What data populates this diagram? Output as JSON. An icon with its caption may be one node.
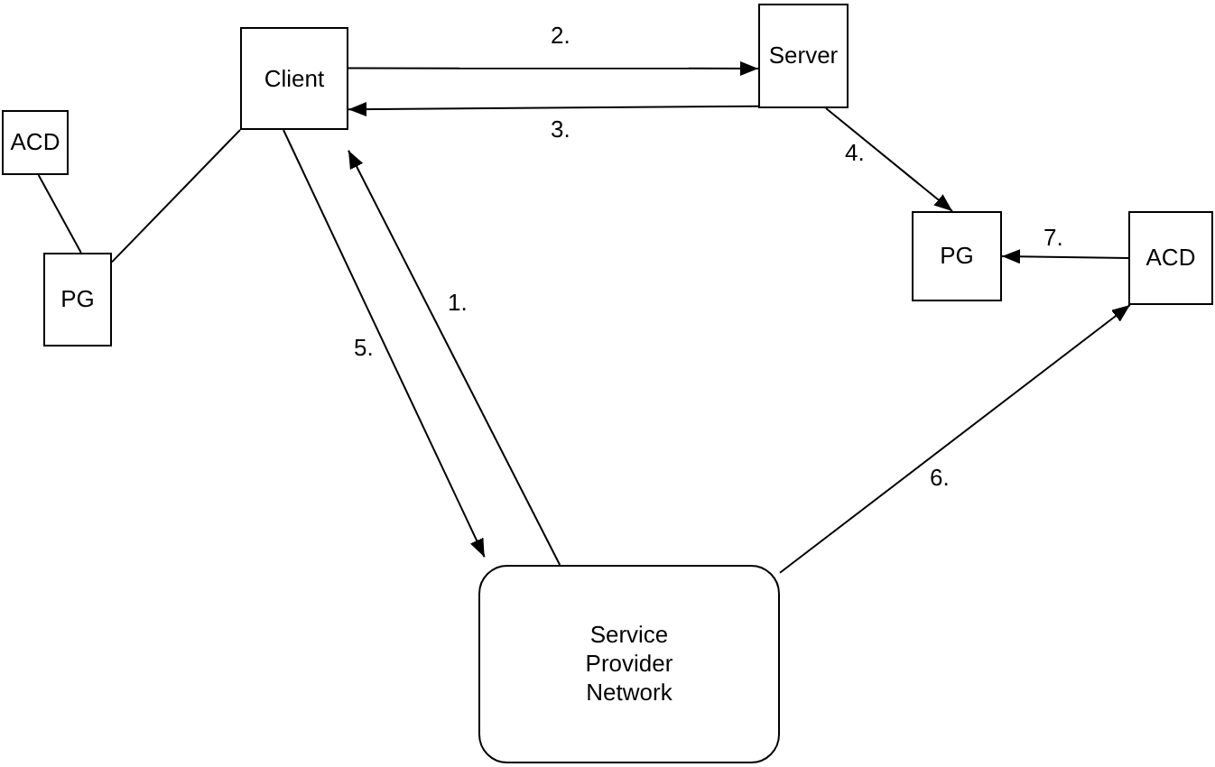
{
  "diagram": {
    "nodes": [
      {
        "text": [
          "ACD"
        ]
      },
      {
        "text": [
          "PG"
        ]
      },
      {
        "text": [
          "Client"
        ]
      },
      {
        "text": [
          "Server"
        ]
      },
      {
        "text": [
          "PG"
        ]
      },
      {
        "text": [
          "ACD"
        ]
      },
      {
        "text": [
          "Service Provider Network"
        ]
      }
    ],
    "edges": [
      {
        "from": 0,
        "to": 1,
        "arrow": "none"
      },
      {
        "from": 1,
        "to": 2,
        "arrow": "none"
      },
      {
        "from": 2,
        "to": 3,
        "arrow": "to",
        "label": "2."
      },
      {
        "from": 3,
        "to": 2,
        "arrow": "to",
        "label": "3."
      },
      {
        "from": 3,
        "to": 4,
        "arrow": "to",
        "label": "4."
      },
      {
        "from": 5,
        "to": 4,
        "arrow": "to",
        "label": "7."
      },
      {
        "from": 6,
        "to": 2,
        "arrow": "to",
        "label": "1."
      },
      {
        "from": 2,
        "to": 6,
        "arrow": "to",
        "label": "5."
      },
      {
        "from": 6,
        "to": 5,
        "arrow": "to",
        "label": "6."
      }
    ]
  }
}
